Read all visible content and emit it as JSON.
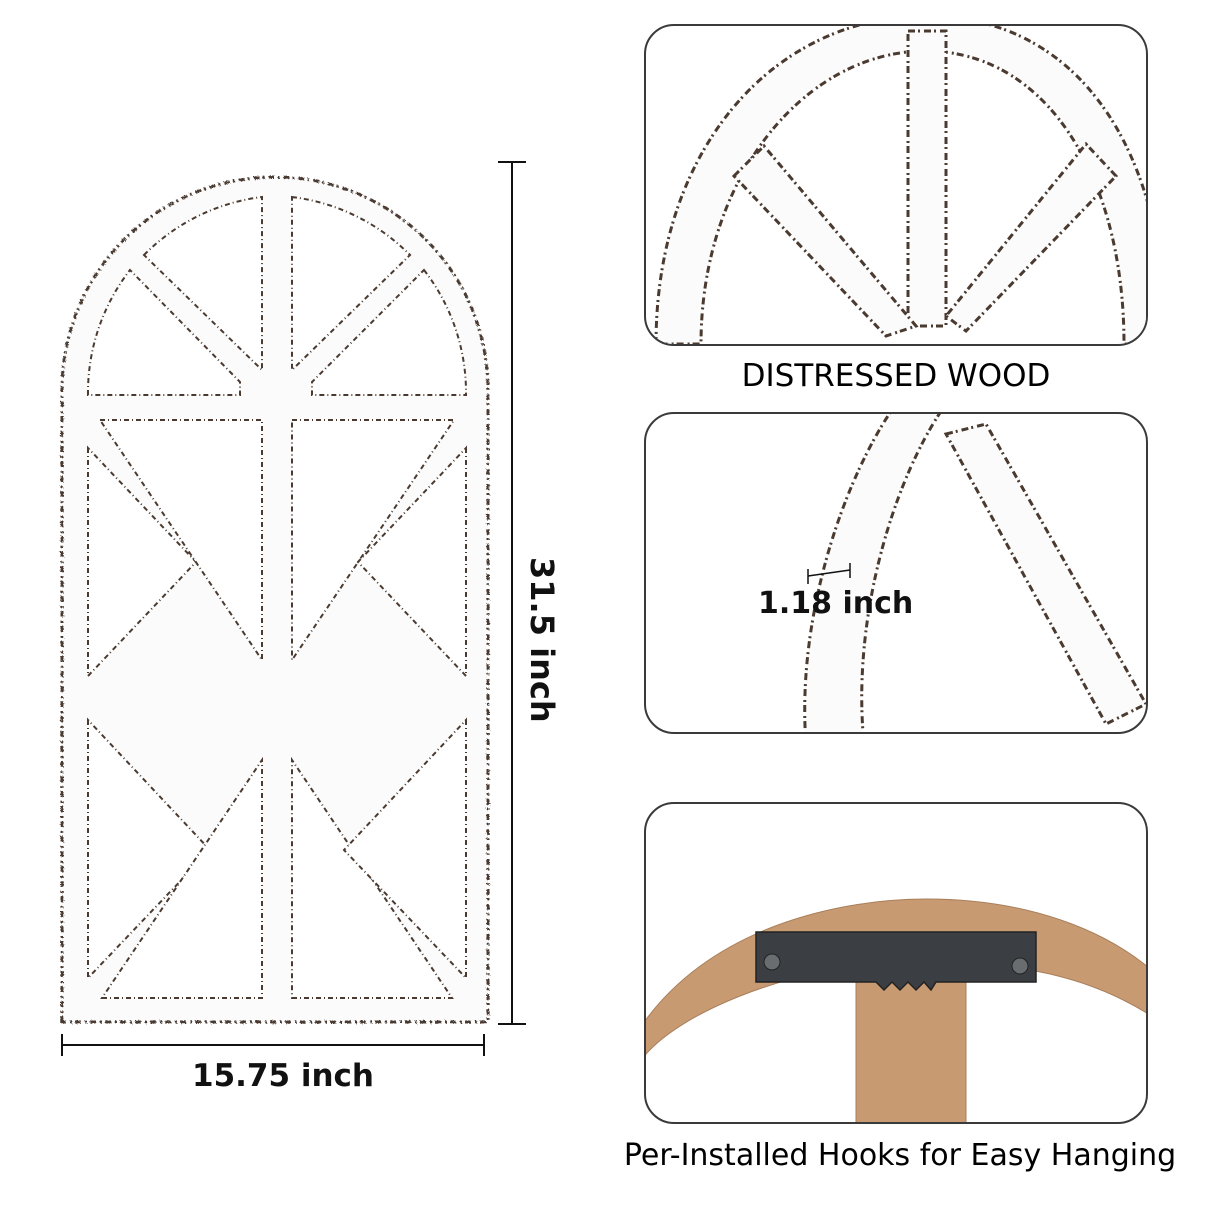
{
  "dimensions": {
    "height_label": "31.5 inch",
    "width_label": "15.75 inch",
    "thickness_label": "1.18 inch"
  },
  "panels": {
    "top_caption": "DISTRESSED WOOD",
    "bottom_caption": "Per-Installed Hooks for Easy Hanging"
  },
  "colors": {
    "wood_white": "#fbfbfb",
    "distress_brown": "#4a3a30",
    "mdf_back": "#c79a72",
    "hook_metal": "#3b3e42",
    "frame_stroke": "#3a3a3a"
  },
  "icons": {
    "arched_window_frame": "arched-window-frame-illustration",
    "sawtooth_hook": "sawtooth-hanger-hook"
  }
}
